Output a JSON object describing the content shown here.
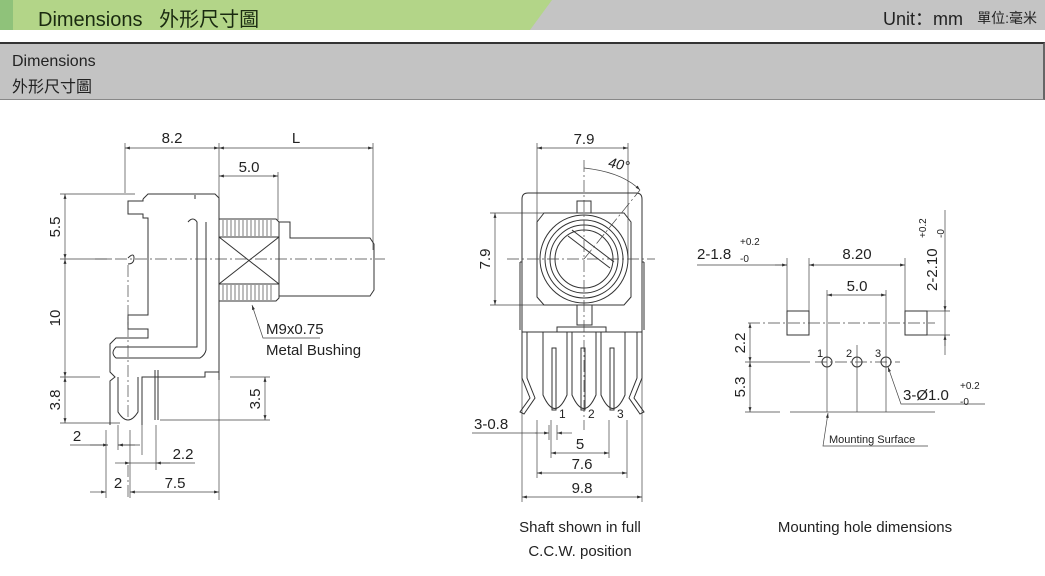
{
  "header": {
    "title": "Dimensions   外形尺寸圖",
    "unit": "Unit：mm",
    "unit_cn": "單位:毫米"
  },
  "panel": {
    "line1": "Dimensions",
    "line2": "外形尺寸圖"
  },
  "side_view": {
    "dim_8_2": "8.2",
    "dim_L": "L",
    "dim_5_0": "5.0",
    "dim_5_5": "5.5",
    "dim_10": "10",
    "dim_3_8": "3.8",
    "dim_3_5": "3.5",
    "dim_2a": "2",
    "dim_2_2": "2.2",
    "dim_2b": "2",
    "dim_7_5": "7.5",
    "bushing_line1": "M9x0.75",
    "bushing_line2": "Metal Bushing"
  },
  "front_view": {
    "dim_7_9_h": "7.9",
    "angle": "40°",
    "dim_7_9_v": "7.9",
    "pin_width": "3-0.8",
    "dim_5": "5",
    "dim_7_6": "7.6",
    "dim_9_8": "9.8",
    "pins": [
      "1",
      "2",
      "3"
    ],
    "caption_line1": "Shaft shown in full",
    "caption_line2": "C.C.W. position"
  },
  "mounting": {
    "tab_hole": "2-1.8",
    "tab_hole_tol_plus": "+0.2",
    "tab_hole_tol_minus": "-0",
    "dim_8_20": "8.20",
    "dim_5_0": "5.0",
    "tab_height": "2-2.10",
    "tab_height_tol_plus": "+0.2",
    "tab_height_tol_minus": "-0",
    "dim_2_2": "2.2",
    "dim_5_3": "5.3",
    "pin_hole": "3-Ø1.0",
    "pin_hole_tol_plus": "+0.2",
    "pin_hole_tol_minus": "-0",
    "pins": [
      "1",
      "2",
      "3"
    ],
    "surface": "Mounting Surface",
    "caption": "Mounting hole dimensions"
  }
}
